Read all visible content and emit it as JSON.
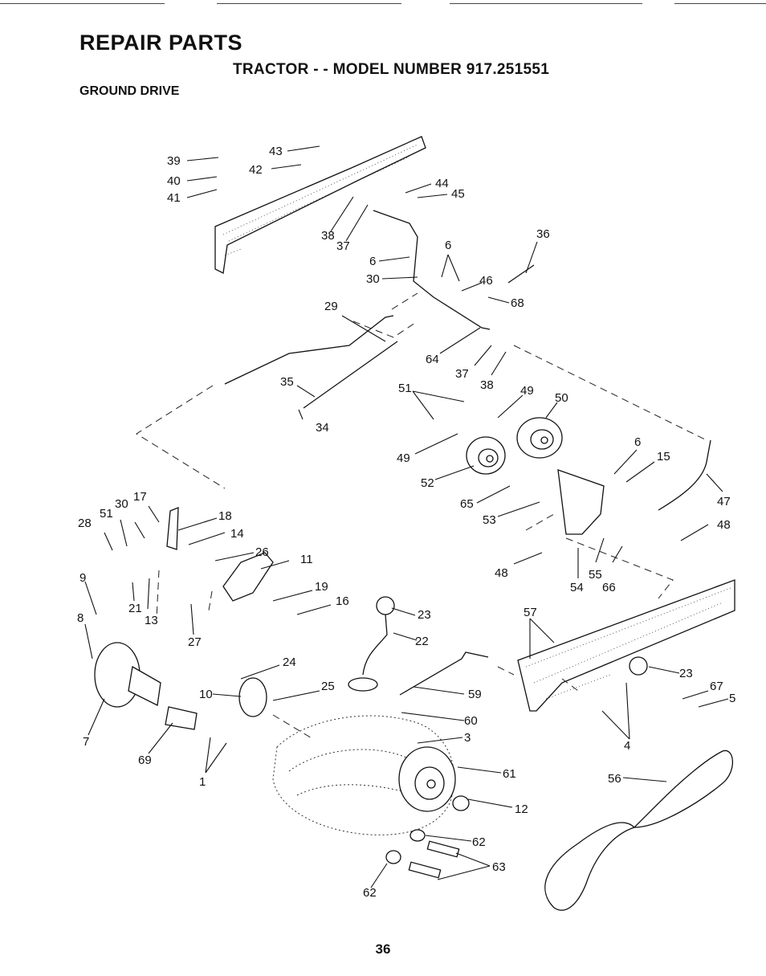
{
  "header": {
    "title": "REPAIR PARTS",
    "subtitle": "TRACTOR - - MODEL NUMBER 917.251551",
    "section": "GROUND DRIVE"
  },
  "page_number": "36",
  "callouts": [
    "39",
    "40",
    "41",
    "43",
    "42",
    "44",
    "45",
    "38",
    "37",
    "6",
    "6",
    "36",
    "30",
    "46",
    "68",
    "29",
    "64",
    "37",
    "38",
    "35",
    "51",
    "49",
    "50",
    "34",
    "49",
    "52",
    "6",
    "15",
    "47",
    "65",
    "53",
    "48",
    "17",
    "51",
    "30",
    "28",
    "18",
    "14",
    "26",
    "11",
    "9",
    "21",
    "13",
    "19",
    "16",
    "48",
    "54",
    "55",
    "66",
    "8",
    "27",
    "23",
    "22",
    "57",
    "24",
    "25",
    "10",
    "23",
    "67",
    "5",
    "59",
    "60",
    "7",
    "69",
    "3",
    "1",
    "4",
    "61",
    "56",
    "12",
    "62",
    "63",
    "62"
  ]
}
